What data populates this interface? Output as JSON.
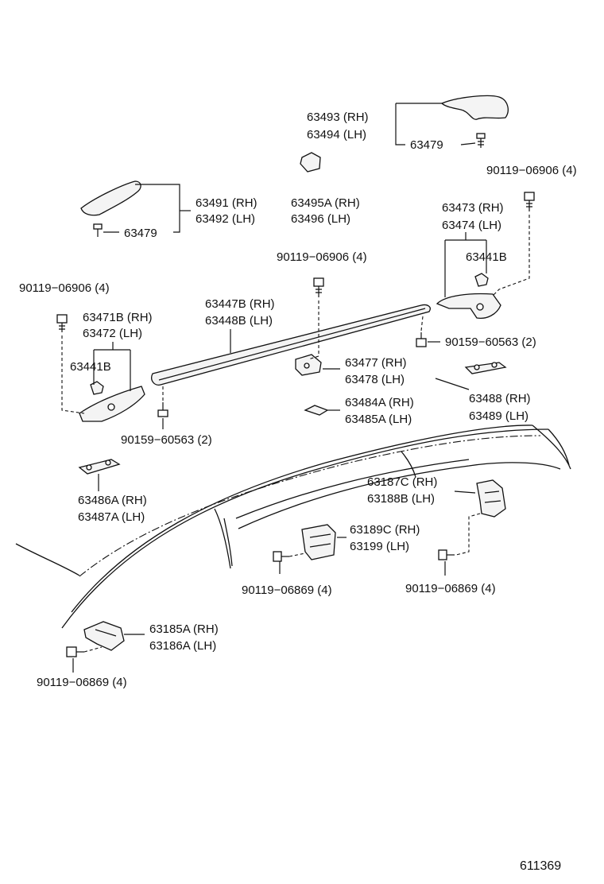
{
  "labels": {
    "p63493": "63493 (RH)",
    "p63494": "63494 (LH)",
    "p63479a": "63479",
    "p90119_06906_a": "90119−06906 (4)",
    "p63491": "63491 (RH)",
    "p63492": "63492 (LH)",
    "p63479b": "63479",
    "p63495a": "63495A (RH)",
    "p63496": "63496   (LH)",
    "p63473": "63473 (RH)",
    "p63474": "63474 (LH)",
    "p63441b_a": "63441B",
    "p90119_06906_b": "90119−06906 (4)",
    "p90119_06906_c": "90119−06906 (4)",
    "p63471b": "63471B (RH)",
    "p63472": "63472    (LH)",
    "p63447b": "63447B (RH)",
    "p63448b": "63448B (LH)",
    "p90159_60563_a": "90159−60563 (2)",
    "p63441b_b": "63441B",
    "p63477": "63477 (RH)",
    "p63478": "63478 (LH)",
    "p63484a": "63484A (RH)",
    "p63485a": "63485A (LH)",
    "p63488": "63488 (RH)",
    "p63489": "63489 (LH)",
    "p90159_60563_b": "90159−60563 (2)",
    "p63486a": "63486A (RH)",
    "p63487a": "63487A (LH)",
    "p63187c": "63187C (RH)",
    "p63188b": "63188B (LH)",
    "p63189c": "63189C (RH)",
    "p63199": "63199     (LH)",
    "p90119_06869_a": "90119−06869 (4)",
    "p90119_06869_b": "90119−06869 (4)",
    "p63185a": "63185A (RH)",
    "p63186a": "63186A (LH)",
    "p90119_06869_c": "90119−06869 (4)",
    "figure_number": "611369"
  }
}
